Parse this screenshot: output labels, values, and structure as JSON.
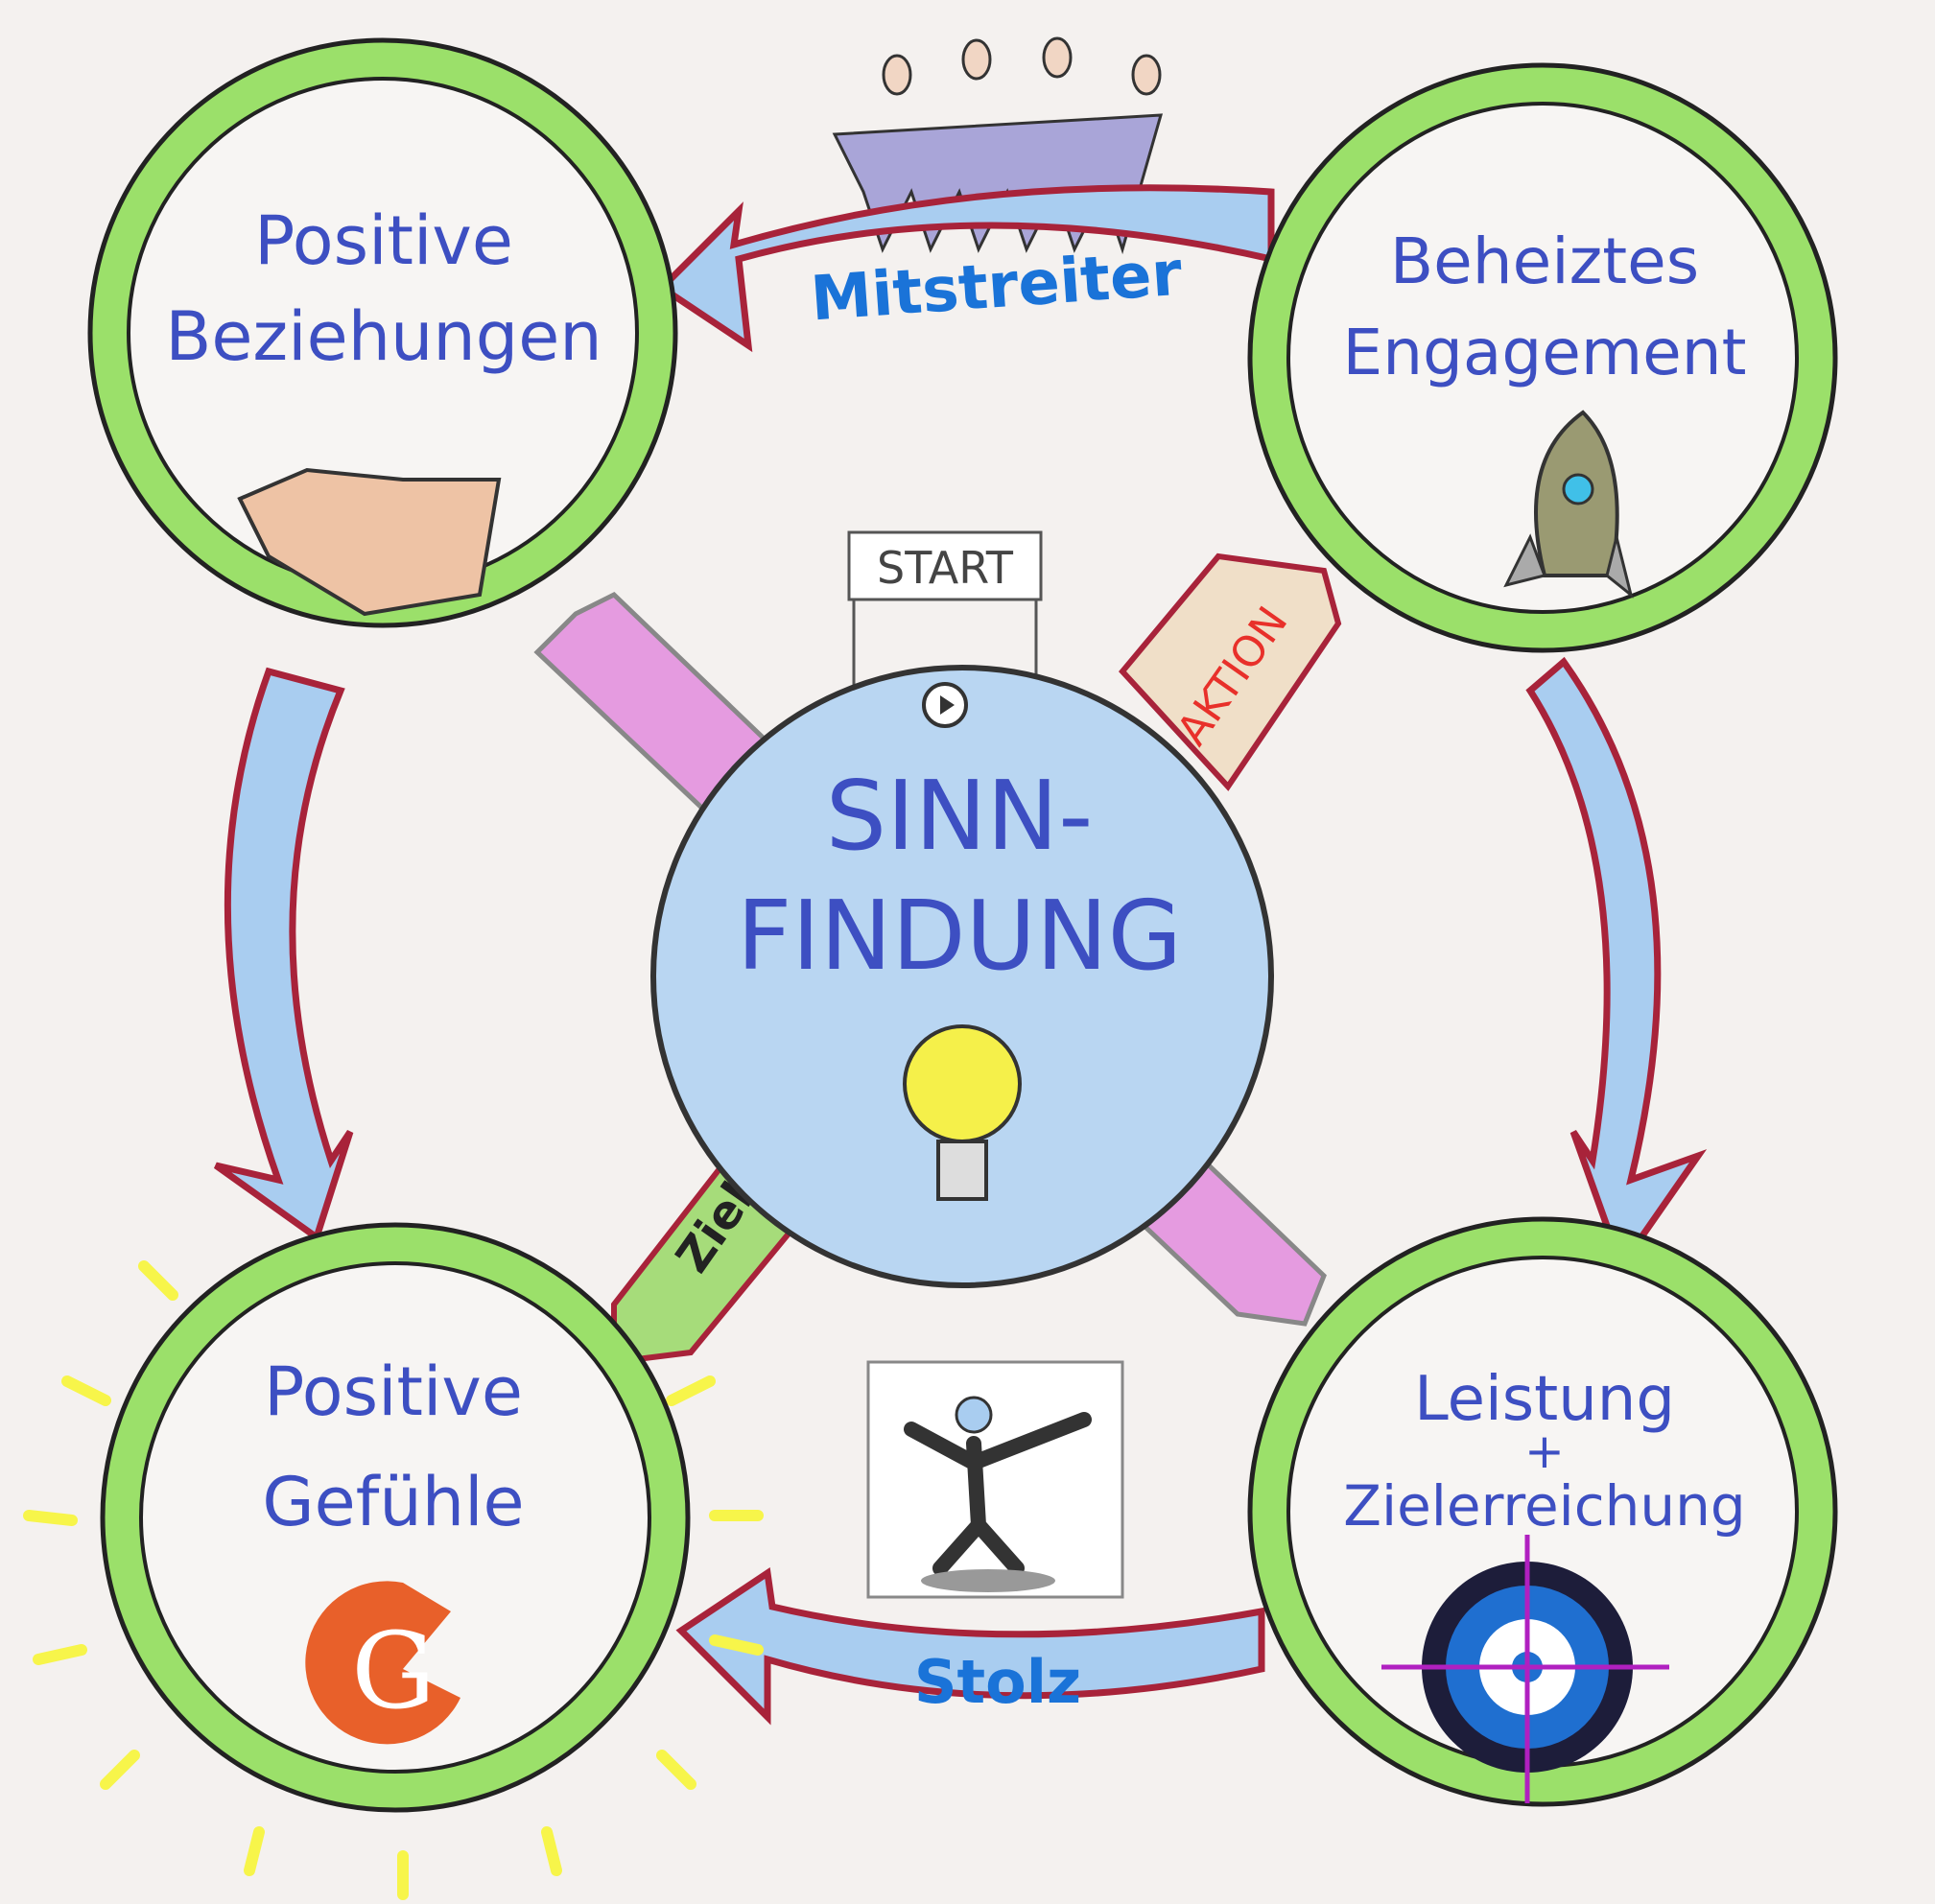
{
  "nodes": {
    "top_left": {
      "line1": "Positive",
      "line2": "Beziehungen"
    },
    "top_right": {
      "line1": "Beheiztes",
      "line2": "Engagement"
    },
    "bottom_left": {
      "line1": "Positive",
      "line2": "Gefühle"
    },
    "bottom_right": {
      "line1": "Leistung",
      "line2": "+",
      "line3": "Zielerreichung"
    },
    "center": {
      "line1": "SINN-",
      "line2": "FINDUNG"
    }
  },
  "arrows": {
    "top": "Mitstreiter",
    "bottom": "Stolz"
  },
  "signs": {
    "start": "START",
    "aktion": "AKTION",
    "ziel": "Ziel"
  },
  "logo": {
    "letter": "G"
  },
  "colors": {
    "ring": "#9be06a",
    "arrow_fill": "#a9cdf0",
    "arrow_stroke": "#a8233a",
    "text": "#3d4fc2",
    "center": "#b9d6f2",
    "pencil": "#e59be0"
  }
}
